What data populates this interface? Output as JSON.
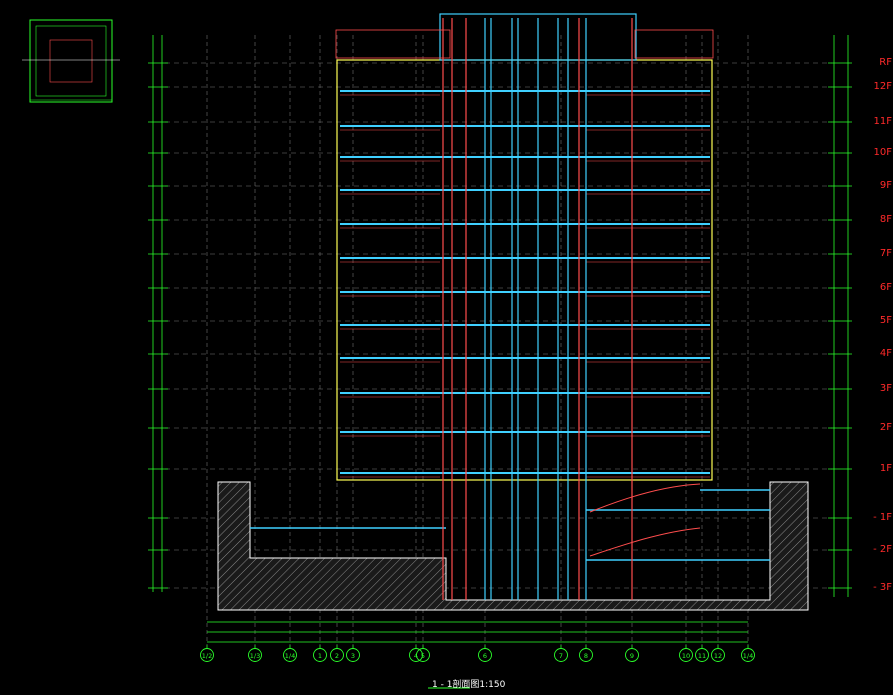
{
  "drawing": {
    "title": "1 - 1剖面图1:150",
    "floors": [
      "RF",
      "12F",
      "11F",
      "10F",
      "9F",
      "8F",
      "7F",
      "6F",
      "5F",
      "4F",
      "3F",
      "2F",
      "1F",
      "- 1F",
      "- 2F",
      "- 3F"
    ],
    "axis_labels": [
      "1/2",
      "1/3",
      "1/4",
      "1",
      "2",
      "3",
      "4",
      "5",
      "6",
      "7",
      "8",
      "9",
      "10",
      "11",
      "12",
      "1/4"
    ]
  }
}
